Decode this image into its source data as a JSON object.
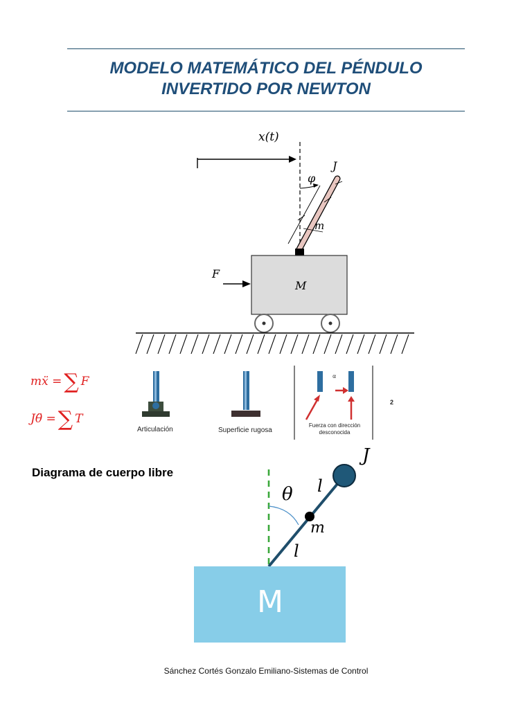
{
  "title": {
    "line1": "MODELO MATEMÁTICO DEL PÉNDULO",
    "line2": "INVERTIDO POR NEWTON"
  },
  "top_figure": {
    "position_label": "x(t)",
    "inertia_label": "J",
    "angle_label": "φ",
    "mass_label": "m",
    "force_label": "F",
    "cart_label": "M"
  },
  "equations": {
    "eq1_lhs": "mẍ =",
    "eq1_rhs": "F",
    "eq2_lhs": "Jθ̈ =",
    "eq2_rhs": "T"
  },
  "supports": {
    "item1": "Articulación",
    "item2": "Superficie rugosa",
    "item3_line1": "Fuerza con dirección",
    "item3_line2": "desconocida",
    "item3_mark": "α",
    "number": "2"
  },
  "fbd": {
    "heading": "Diagrama de cuerpo libre",
    "inertia_label": "J",
    "length_upper": "l",
    "angle_label": "θ",
    "mass_label": "m",
    "length_lower": "l",
    "cart_label": "M",
    "colors": {
      "cart": "#87cde8",
      "bob": "#1f5878",
      "rod": "#1f4e6b",
      "reference": "#3aa83a",
      "angle_arc": "#4a8fc8"
    }
  },
  "footer": "Sánchez Cortés Gonzalo Emiliano-Sistemas de Control"
}
